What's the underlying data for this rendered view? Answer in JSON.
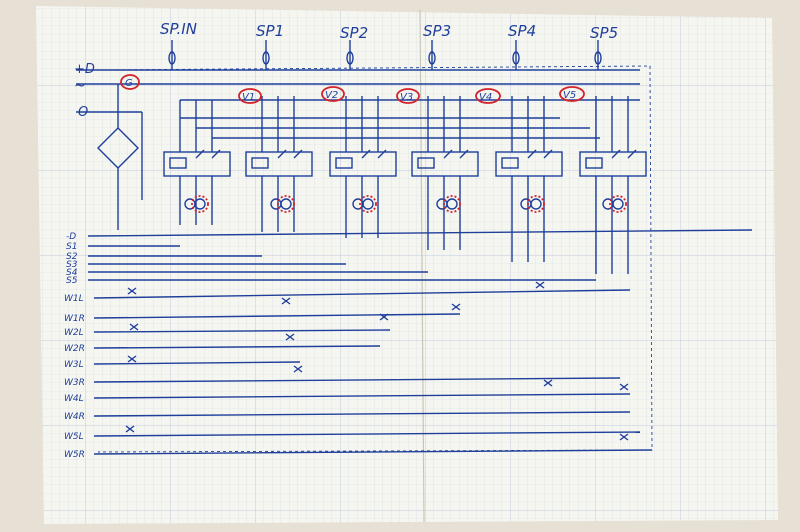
{
  "header_labels": [
    "SP.IN",
    "SP1",
    "SP2",
    "SP3",
    "SP4",
    "SP5"
  ],
  "supply_labels": [
    "+D",
    "~",
    "O"
  ],
  "relay_labels": [
    "G",
    "V1",
    "V2",
    "V3",
    "V4",
    "V5"
  ],
  "bus_labels": [
    "-D",
    "S1",
    "S2",
    "S3",
    "S4",
    "S5"
  ],
  "wire_labels": [
    "W1L",
    "W1R",
    "W2L",
    "W2R",
    "W3L",
    "W3R",
    "W4L",
    "W4R",
    "W5L",
    "W5R"
  ],
  "colors": {
    "ink": "#1f3f9a",
    "annotation": "#d2232a",
    "paper": "#f6f6f1",
    "grid": "#cfd6e6",
    "accent_green": "#2e9c4a"
  }
}
